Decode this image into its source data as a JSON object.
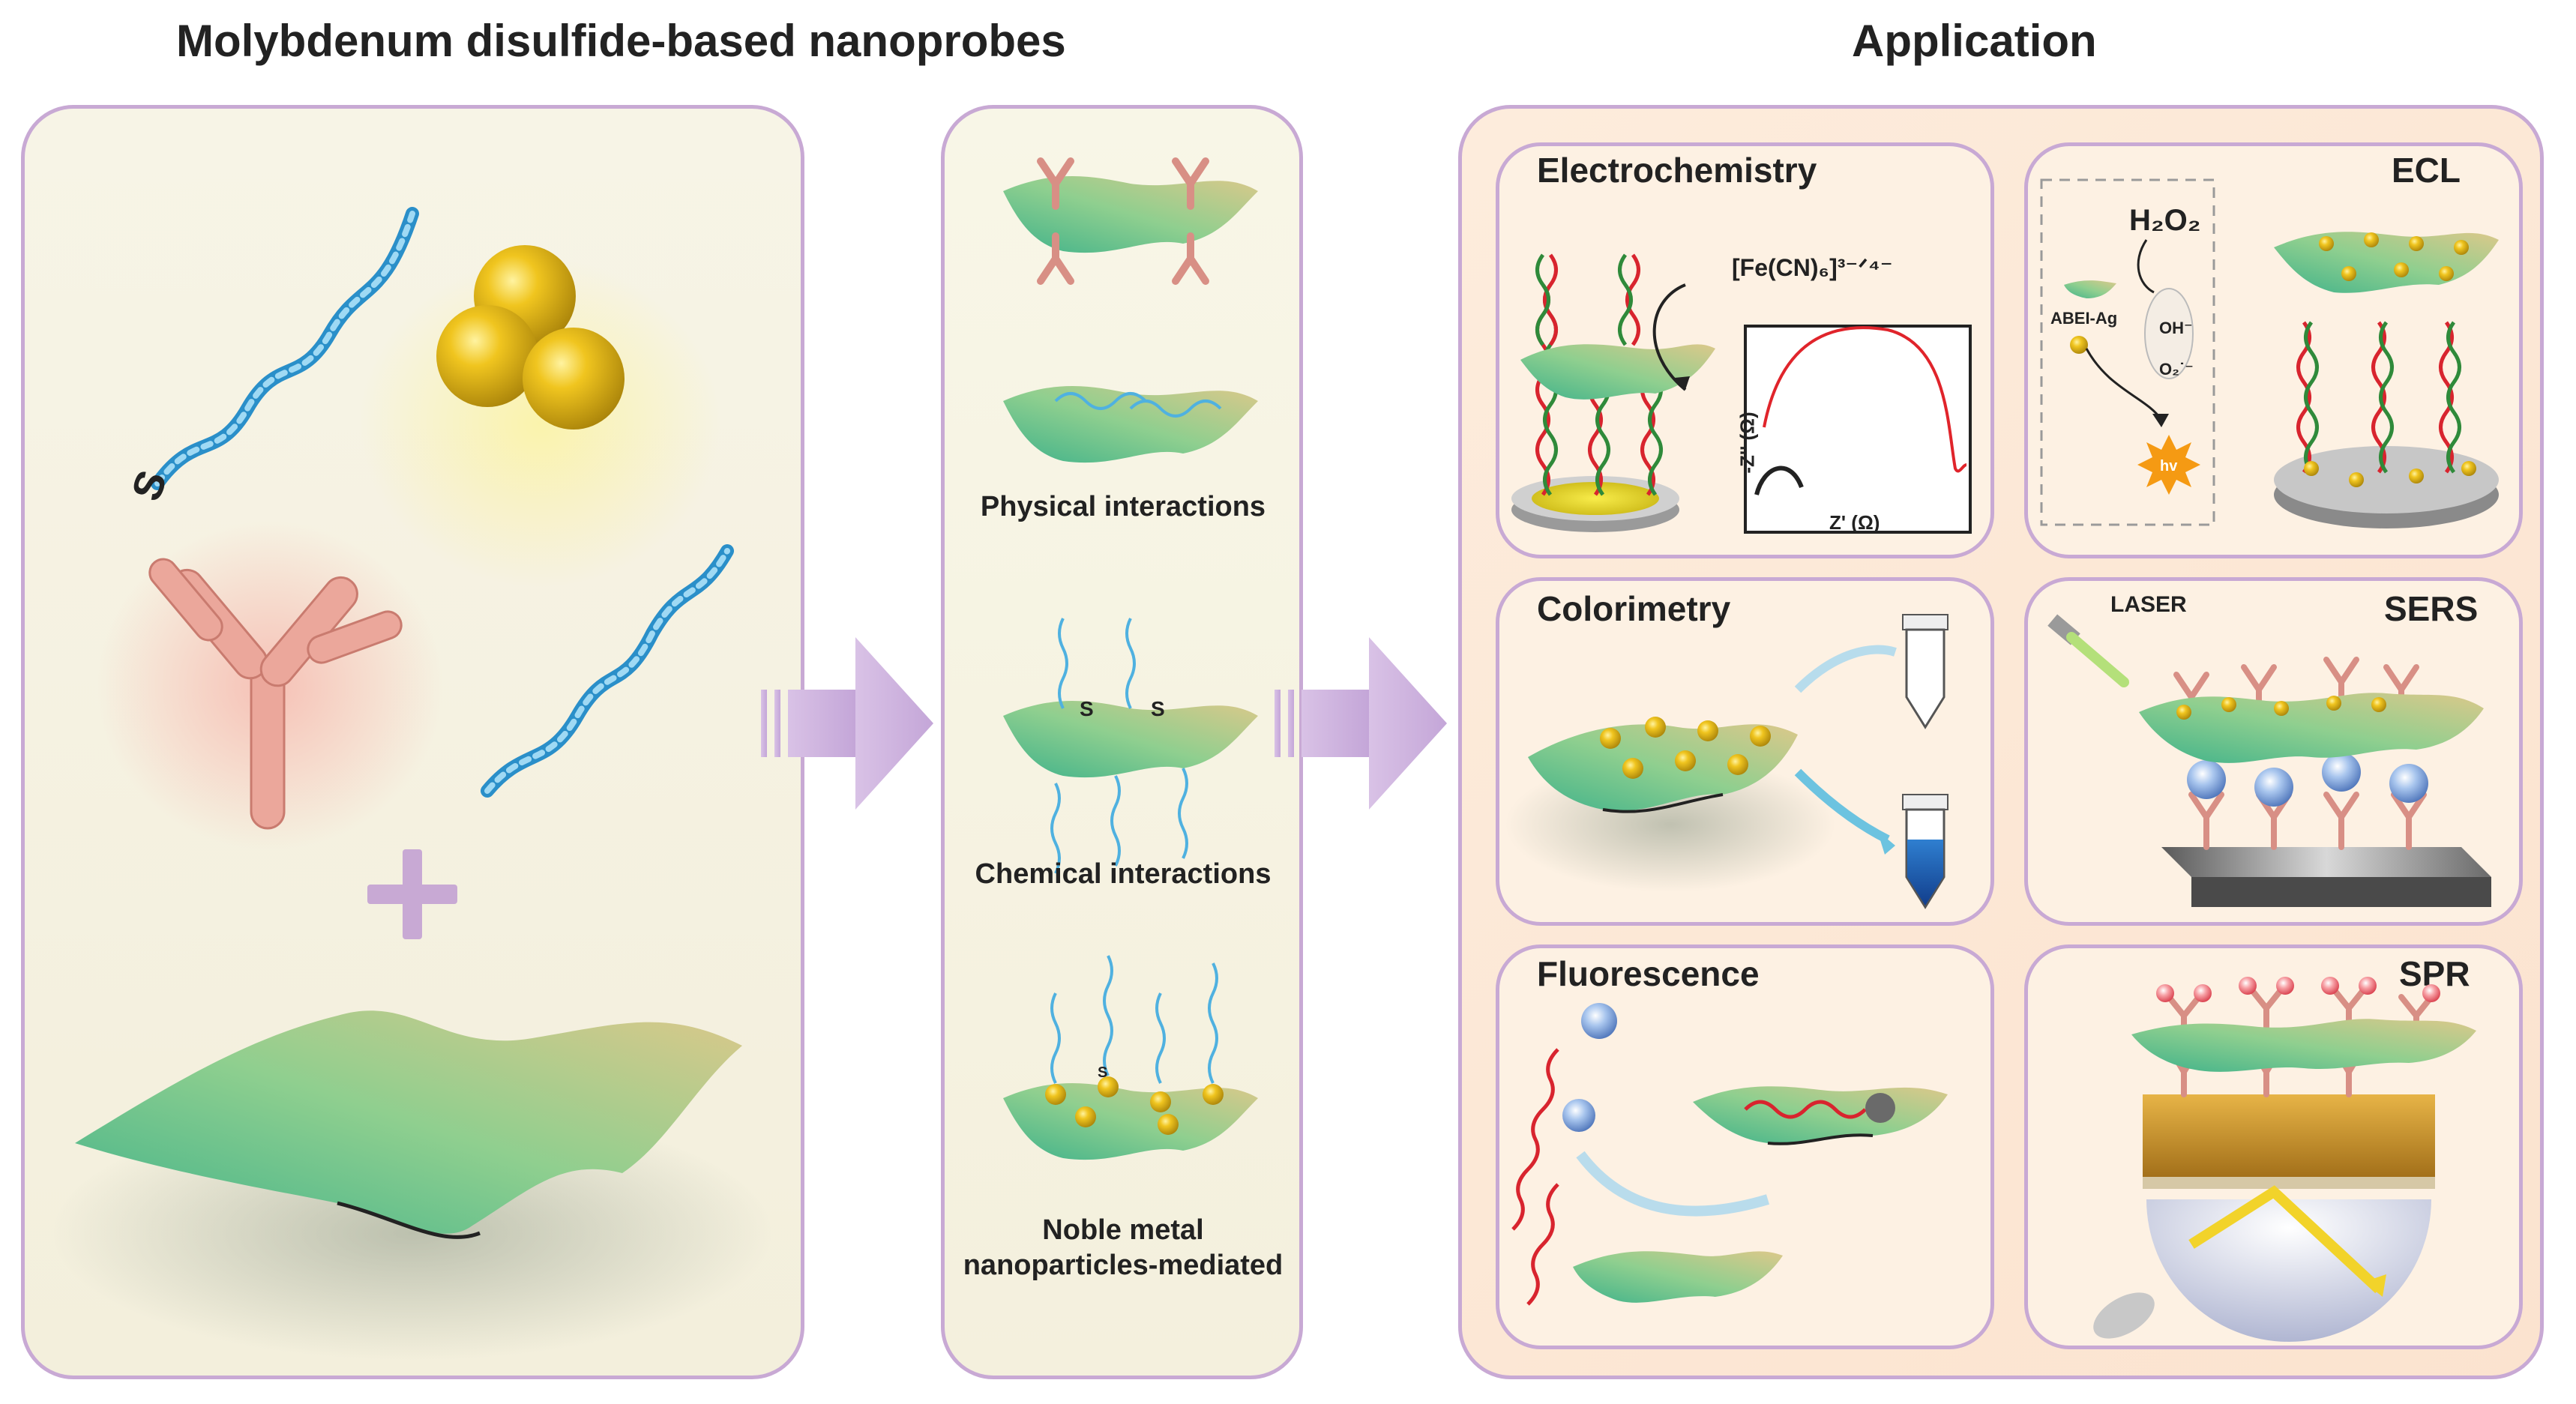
{
  "titles": {
    "left": "Molybdenum disulfide-based nanoprobes",
    "right": "Application"
  },
  "left_panel": {
    "s_label": "S"
  },
  "middle_panel": {
    "physical": "Physical interactions",
    "chemical": "Chemical interactions",
    "chemical_s1": "S",
    "chemical_s2": "S",
    "noble_line1": "Noble metal",
    "noble_line2": "nanoparticles-mediated",
    "noble_s": "S"
  },
  "applications": {
    "electrochemistry": {
      "title": "Electrochemistry",
      "species": "[Fe(CN)₆]³⁻ᐟ⁴⁻",
      "ylabel": "-Z'' (Ω)",
      "xlabel": "Z' (Ω)"
    },
    "ecl": {
      "title": "ECL",
      "h2o2": "H₂O₂",
      "abei": "ABEI-Ag",
      "oh": "OH⁻",
      "o2": "O₂˙⁻",
      "hv": "hv"
    },
    "colorimetry": {
      "title": "Colorimetry"
    },
    "sers": {
      "title": "SERS",
      "laser": "LASER"
    },
    "fluorescence": {
      "title": "Fluorescence"
    },
    "spr": {
      "title": "SPR"
    }
  },
  "colors": {
    "panel_border": "#c8a9d4",
    "arrow": "#cdb2dd",
    "sheet_green": "#7cc79a",
    "sheet_tan": "#d9c98a",
    "gold": "#d9b21a",
    "dna_blue": "#4fb1e0",
    "antibody": "#e8a69a",
    "helix_red": "#d8242e",
    "helix_green": "#2f8a3a",
    "curve_red": "#e0242b"
  }
}
